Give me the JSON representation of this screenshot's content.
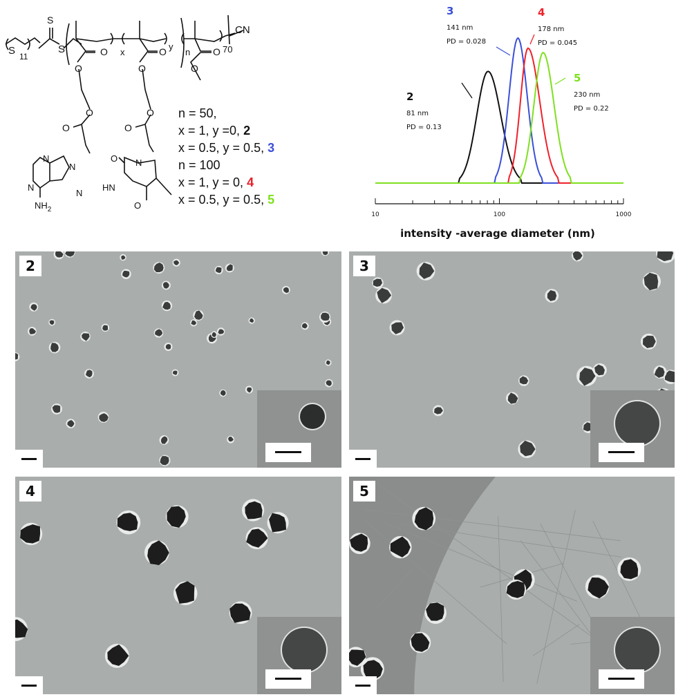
{
  "scheme": {
    "atoms": {
      "S_thio": "S",
      "S1": "S",
      "S2": "S",
      "CN": "CN",
      "O": "O",
      "N": "N",
      "HN": "HN",
      "NH2": "NH",
      "sub2": "2"
    },
    "subscripts": {
      "chain": "11",
      "x": "x",
      "y": "y",
      "n": "n",
      "end": "70"
    },
    "conditions": [
      {
        "text": "n = 50,",
        "label": ""
      },
      {
        "text": "x = 1,      y =0,",
        "label": "2",
        "color": "#111111"
      },
      {
        "text": "x = 0.5,  y = 0.5,",
        "label": "3",
        "color": "#3a4fd8"
      },
      {
        "text": "n = 100",
        "label": ""
      },
      {
        "text": "x = 1,      y = 0,",
        "label": "4",
        "color": "#e8202a"
      },
      {
        "text": "x = 0.5,  y = 0.5,",
        "label": "5",
        "color": "#7ee01e"
      }
    ]
  },
  "chart_data": {
    "type": "line",
    "xlabel": "intensity -average diameter (nm)",
    "ylabel": "",
    "xscale": "log",
    "xlim": [
      10,
      1000
    ],
    "xticks": [
      "10",
      "100",
      "1000"
    ],
    "grid": false,
    "series": [
      {
        "label": "2",
        "size": "81 nm",
        "pd": "PD = 0.13",
        "peak_nm": 81,
        "relative_intensity": 0.77,
        "range_nm": [
          47,
          150
        ],
        "color": "#111111"
      },
      {
        "label": "3",
        "size": "141 nm",
        "pd": "PD =  0.028",
        "peak_nm": 141,
        "relative_intensity": 1.0,
        "range_nm": [
          92,
          220
        ],
        "color": "#3a4fd8"
      },
      {
        "label": "4",
        "size": "178 nm",
        "pd": "PD = 0.045",
        "peak_nm": 170,
        "relative_intensity": 0.93,
        "range_nm": [
          118,
          300
        ],
        "color": "#f0202a"
      },
      {
        "label": "5",
        "size": "230 nm",
        "pd": "PD = 0.22",
        "peak_nm": 225,
        "relative_intensity": 0.9,
        "range_nm": [
          145,
          380
        ],
        "color": "#7ee01e"
      }
    ]
  },
  "tem_panels": [
    {
      "label": "2",
      "has_inset": true
    },
    {
      "label": "3",
      "has_inset": true
    },
    {
      "label": "4",
      "has_inset": true
    },
    {
      "label": "5",
      "has_inset": true
    }
  ]
}
